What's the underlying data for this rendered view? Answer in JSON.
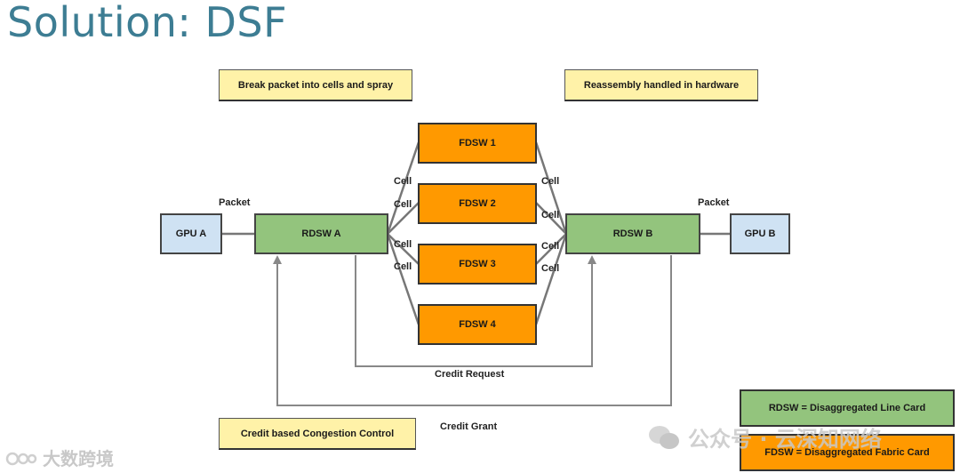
{
  "title": "Solution: DSF",
  "notes": {
    "spray": "Break packet into cells and spray",
    "reassembly": "Reassembly handled in hardware",
    "congestion": "Credit based Congestion Control"
  },
  "nodes": {
    "gpu_a": "GPU A",
    "gpu_b": "GPU B",
    "rdsw_a": "RDSW A",
    "rdsw_b": "RDSW B",
    "fdsw": [
      "FDSW 1",
      "FDSW 2",
      "FDSW 3",
      "FDSW 4"
    ]
  },
  "labels": {
    "packet_left": "Packet",
    "packet_right": "Packet",
    "cell": "Cell",
    "credit_request": "Credit Request",
    "credit_grant": "Credit Grant"
  },
  "legend": {
    "rdsw": "RDSW = Disaggregated Line Card",
    "fdsw": "FDSW = Disaggregated Fabric Card"
  },
  "watermark": {
    "left": "大数跨境",
    "right": "公众号 · 云深知网络"
  },
  "colors": {
    "title": "#3d7d93",
    "note": "#fff2a8",
    "fdsw": "#ff9900",
    "rdsw": "#93c47d",
    "gpu": "#cfe2f3"
  }
}
